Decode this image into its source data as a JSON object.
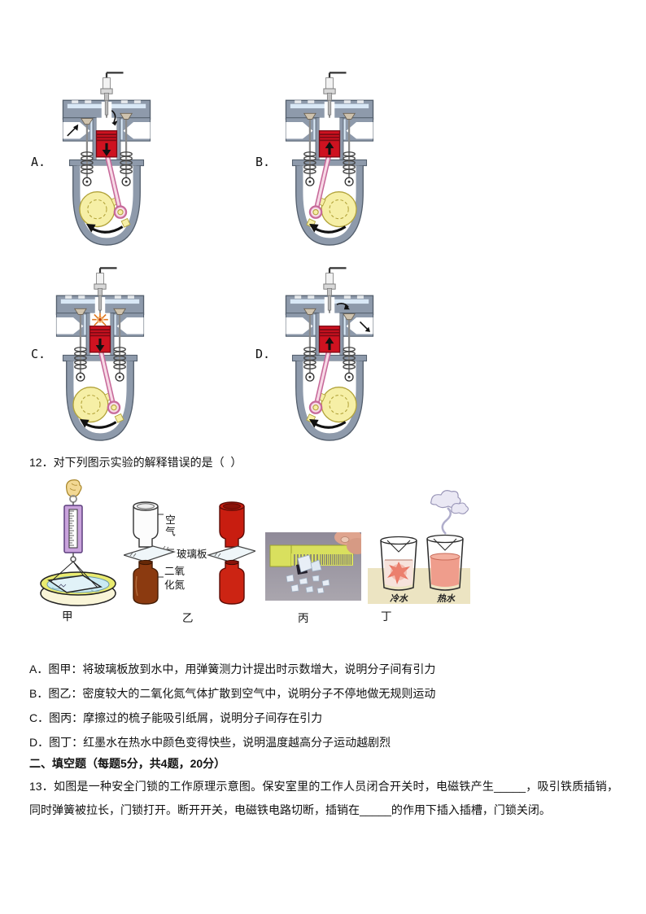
{
  "colors": {
    "engine_body_gray": "#8e9aab",
    "piston_red": "#ce1220",
    "rod_pink": "#f7d9e6",
    "crank_yellow": "#f6efa6",
    "coolant_blue": "#d9e8f6",
    "scale_purple": "#c9a3dc",
    "water_blue": "#c9eaf3",
    "dish_cream": "#f9f5d8",
    "no2_brown": "#8b3a10",
    "no2_red": "#c81d10",
    "comb_yellow": "#d9e05e",
    "photo_bg_gray": "#8f8a98",
    "table_tan": "#ece4c2",
    "hot_water_pink": "#ef9d8c"
  },
  "engine_figure": {
    "label_a": "A.",
    "label_b": "B.",
    "label_c": "C.",
    "label_d": "D."
  },
  "question12": {
    "stem": "12．对下列图示实验的解释错误的是（  ）",
    "figure_labels": {
      "jia": "甲",
      "yi": "乙",
      "bing": "丙",
      "ding": "丁"
    },
    "yi_annotations": {
      "air": "空气",
      "glass_plate": "玻璃板",
      "nitrogen_dioxide": "二氧化氮"
    },
    "ding_annotations": {
      "cold_water": "冷水",
      "hot_water": "热水"
    },
    "options": [
      "A．图甲：将玻璃板放到水中，用弹簧测力计提出时示数增大，说明分子间有引力",
      "B．图乙：密度较大的二氧化氮气体扩散到空气中，说明分子不停地做无规则运动",
      "C．图丙：摩擦过的梳子能吸引纸屑，说明分子间存在引力",
      "D．图丁：红墨水在热水中颜色变得快些，说明温度越高分子运动越剧烈"
    ]
  },
  "section2_header": "二、填空题（每题5分，共4题，20分）",
  "question13": {
    "text": "13．如图是一种安全门锁的工作原理示意图。保安室里的工作人员闭合开关时，电磁铁产生_____，吸引铁质插销，同时弹簧被拉长，门锁打开。断开开关，电磁铁电路切断，插销在_____的作用下插入插槽，门锁关闭。"
  }
}
